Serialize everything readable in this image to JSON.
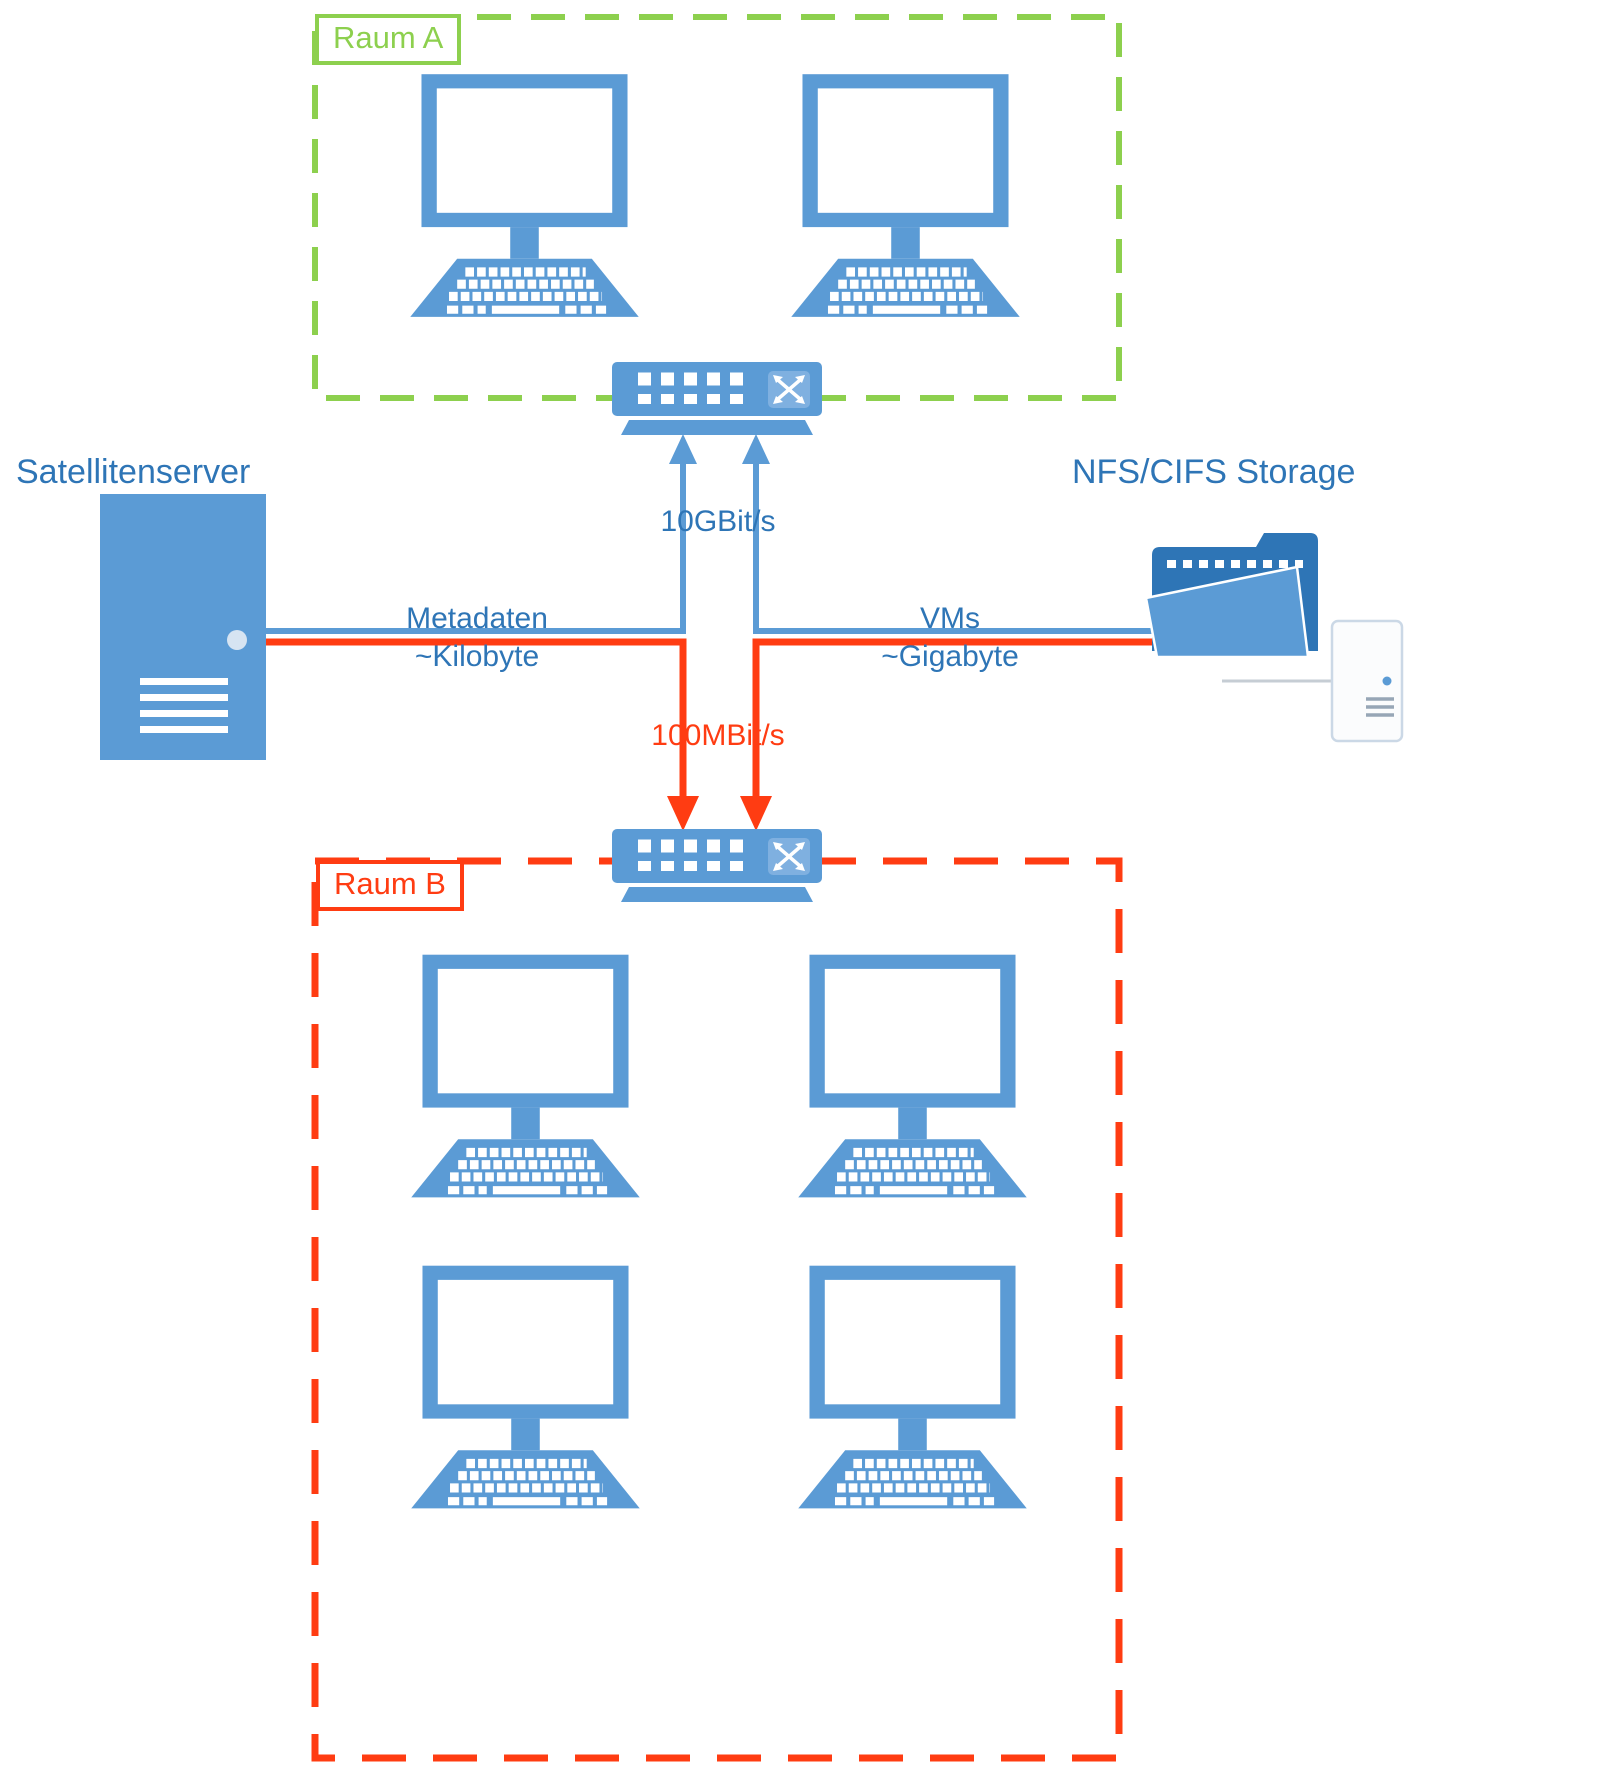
{
  "colors": {
    "blue": "#5B9BD5",
    "blue_dark": "#2E75B6",
    "blue_light": "#7FB0E0",
    "green": "#8DD04E",
    "red": "#FF3C12",
    "gray_line": "#C6CDD4",
    "server_dot": "#D6E4F2",
    "doc_fill": "#FBFCFD",
    "doc_border": "#CBD8E6",
    "doc_line": "#97A6B6"
  },
  "room_a": {
    "label": "Raum A",
    "computer_count": 2
  },
  "room_b": {
    "label": "Raum B",
    "computer_count": 4
  },
  "server": {
    "label": "Satellitenserver"
  },
  "storage": {
    "label": "NFS/CIFS Storage"
  },
  "links": {
    "uplink_speed": "10GBit/s",
    "downlink_speed": "100MBit/s",
    "metadata_line1": "Metadaten",
    "metadata_line2": "~Kilobyte",
    "vms_line1": "VMs",
    "vms_line2": "~Gigabyte"
  },
  "icons": {
    "computer": "computer-workstation-icon",
    "switch": "network-switch-icon",
    "server": "server-tower-icon",
    "storage": "folder-storage-icon",
    "document": "document-note-icon"
  }
}
